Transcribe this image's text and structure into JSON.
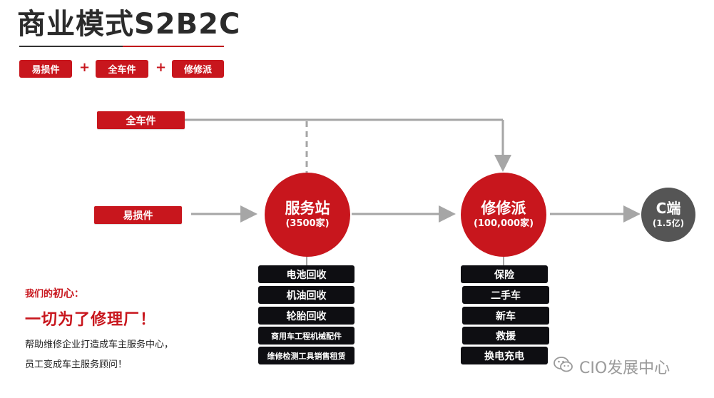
{
  "title": "商业模式S2B2C",
  "top_pills": [
    "易损件",
    "全车件",
    "修修派"
  ],
  "plus_sign": "+",
  "flow": {
    "whole_parts": "全车件",
    "wear_parts": "易损件",
    "service_station": {
      "name": "服务站",
      "count": "(3500家)"
    },
    "xiuxiupai": {
      "name": "修修派",
      "count": "(100,000家)"
    },
    "c_end": {
      "name": "C端",
      "count": "(1.5亿)"
    }
  },
  "station_services": [
    "电池回收",
    "机油回收",
    "轮胎回收",
    "商用车工程机械配件",
    "维修检测工具销售租赁"
  ],
  "xiuxiupai_services": [
    "保险",
    "二手车",
    "新车",
    "救援",
    "换电充电"
  ],
  "mission": {
    "label_prefix": "我们的",
    "label_emphasis": "初心",
    "label_suffix": "：",
    "slogan": "一切为了修理厂！",
    "line1": "帮助维修企业打造成车主服务中心，",
    "line2": "员工变成车主服务顾问！"
  },
  "watermark": "CIO发展中心",
  "colors": {
    "red": "#c8161d",
    "dark_circle": "#555555",
    "arrow_gray": "#a6a6a6",
    "box_dark": "#0e0e12"
  }
}
